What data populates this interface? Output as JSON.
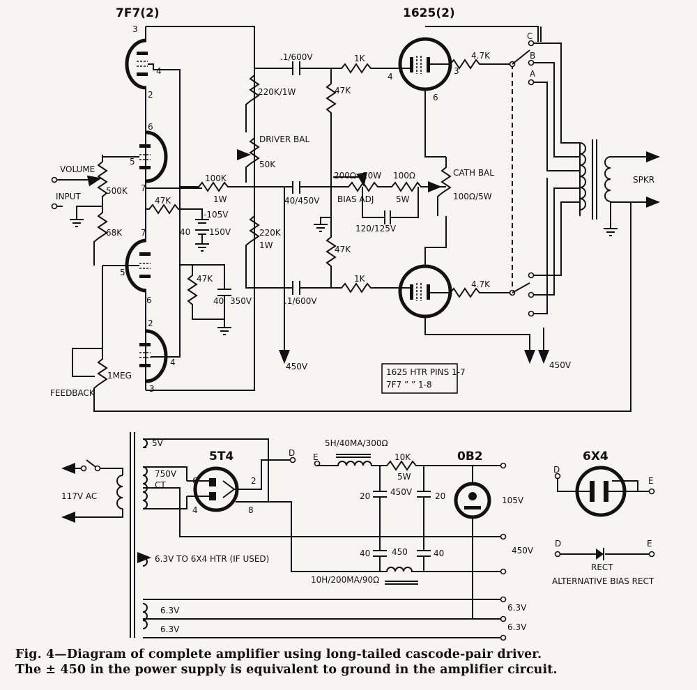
{
  "tubes": {
    "driver": "7F7(2)",
    "output": "1625(2)",
    "rectifier": "5T4",
    "regulator": "0B2",
    "bias_rect": "6X4"
  },
  "pins": {
    "t1_top": "3",
    "t1_grid": "4",
    "t1_bot": "2",
    "t2_top": "6",
    "t2_grid": "5",
    "t2_bot": "7",
    "t3_top": "7",
    "t3_grid": "5",
    "t3_bot": "6",
    "t4_top": "2",
    "t4_grid": "4",
    "t4_bot": "3",
    "o1_plate": "3",
    "o1_grid": "4",
    "o1_cath": "6",
    "r_left": "6",
    "r_right": "2",
    "r_bl": "4",
    "r_br": "8"
  },
  "labels": {
    "volume": "VOLUME",
    "r500k": "500K",
    "input": "INPUT",
    "r68k": "68K",
    "r47k_grid": "47K",
    "neg105": "-105V",
    "c40_150": "40",
    "c150v": "150V",
    "r47k_cath": "47K",
    "c40_350": "40",
    "c350v": "350V",
    "r1meg": "1MEG",
    "feedback": "FEEDBACK",
    "c_top": ".1/600V",
    "r220k_top": "220K/1W",
    "driver_bal": "DRIVER BAL",
    "r50k": "50K",
    "r100k": "100K",
    "r100k_w": "1W",
    "c40_450": "40/450V",
    "r220k_bot": "220K",
    "r220k_bot_w": "1W",
    "c_bot": ".1/600V",
    "v450_left": "450V",
    "r1k_top": "1K",
    "r47k_top": "47K",
    "r200": "200Ω",
    "r200_w": "10W",
    "bias_adj": "BIAS ADJ",
    "r100": "100Ω",
    "r100_w": "5W",
    "c120": "120/125V",
    "r47k_bot": "47K",
    "r1k_bot": "1K",
    "cath_bal": "CATH BAL",
    "cath_bal_val": "100Ω/5W",
    "r47k_plate_top": "4.7K",
    "r47k_plate_bot": "4.7K",
    "tap_c": "C",
    "tap_b": "B",
    "tap_a": "A",
    "spkr": "SPKR",
    "v450_right": "450V",
    "htr1": "1625 HTR PINS 1-7",
    "htr2": "7F7  ”   ”  1-8",
    "v5": "5V",
    "v750": "750V",
    "ct": "CT",
    "v117": "117V AC",
    "d_top": "D",
    "htr_6x4": "6.3V TO 6X4 HTR (IF USED)",
    "v63a": "6.3V",
    "v63b": "6.3V",
    "choke_in": "5H/40MA/300Ω",
    "e_in": "E",
    "r10k": "10K",
    "r10k_w": "5W",
    "c20a": "20",
    "c20b": "20",
    "c450a": "450V",
    "v105": "105V",
    "c40a": "40",
    "c40b": "40",
    "c450b": "450",
    "choke_out": "10H/200MA/90Ω",
    "pm450": "450V",
    "out63a": "6.3V",
    "out63b": "6.3V",
    "d6x4": "D",
    "e6x4": "E",
    "d_alt": "D",
    "e_alt": "E",
    "rect": "RECT",
    "alt_bias": "ALTERNATIVE BIAS RECT"
  },
  "caption": {
    "line1": "Fig. 4—Diagram of complete amplifier using long-tailed cascode-pair driver.",
    "line2": "The ± 450 in the power supply is equivalent to ground in the amplifier circuit."
  }
}
